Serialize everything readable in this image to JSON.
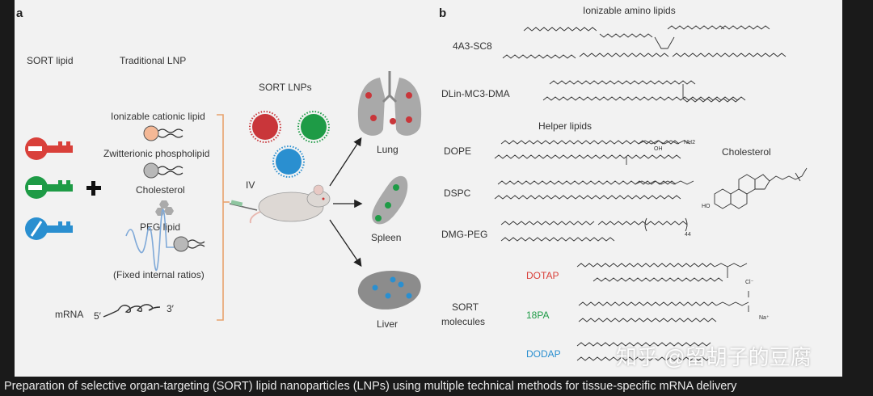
{
  "panel_a": {
    "letter": "a",
    "sort_lipid": "SORT lipid",
    "traditional_lnp": "Traditional LNP",
    "components": {
      "ionizable": "Ionizable cationic lipid",
      "zwitterionic": "Zwitterionic phospholipid",
      "cholesterol": "Cholesterol",
      "peg": "PEG lipid",
      "ratios": "(Fixed internal ratios)"
    },
    "mrna": "mRNA",
    "mrna_5": "5′",
    "mrna_3": "3′",
    "sort_lnps": "SORT LNPs",
    "iv": "IV",
    "organs": {
      "lung": "Lung",
      "spleen": "Spleen",
      "liver": "Liver"
    },
    "colors": {
      "red": "#d9403a",
      "green": "#1e9b46",
      "blue": "#2a8fd0"
    }
  },
  "panel_b": {
    "letter": "b",
    "ionizable_title": "Ionizable amino lipids",
    "helper_title": "Helper lipids",
    "mol_4a3": "4A3-SC8",
    "mol_dlin": "DLin-MC3-DMA",
    "mol_dope": "DOPE",
    "mol_dspc": "DSPC",
    "mol_dmgpeg": "DMG-PEG",
    "mol_chol": "Cholesterol",
    "sort_molecules_1": "SORT",
    "sort_molecules_2": "molecules",
    "dotap": "DOTAP",
    "pa18": "18PA",
    "dodap": "DODAP",
    "peg_sub": "44",
    "nh2": "NH2",
    "oh": "OH",
    "ho": "HO",
    "cl": "Cl⁻",
    "na": "Na⁺"
  },
  "caption": "Preparation of selective organ-targeting (SORT) lipid nanoparticles (LNPs) using multiple technical methods for tissue-specific mRNA delivery",
  "watermark": "知乎 @留胡子的豆腐"
}
